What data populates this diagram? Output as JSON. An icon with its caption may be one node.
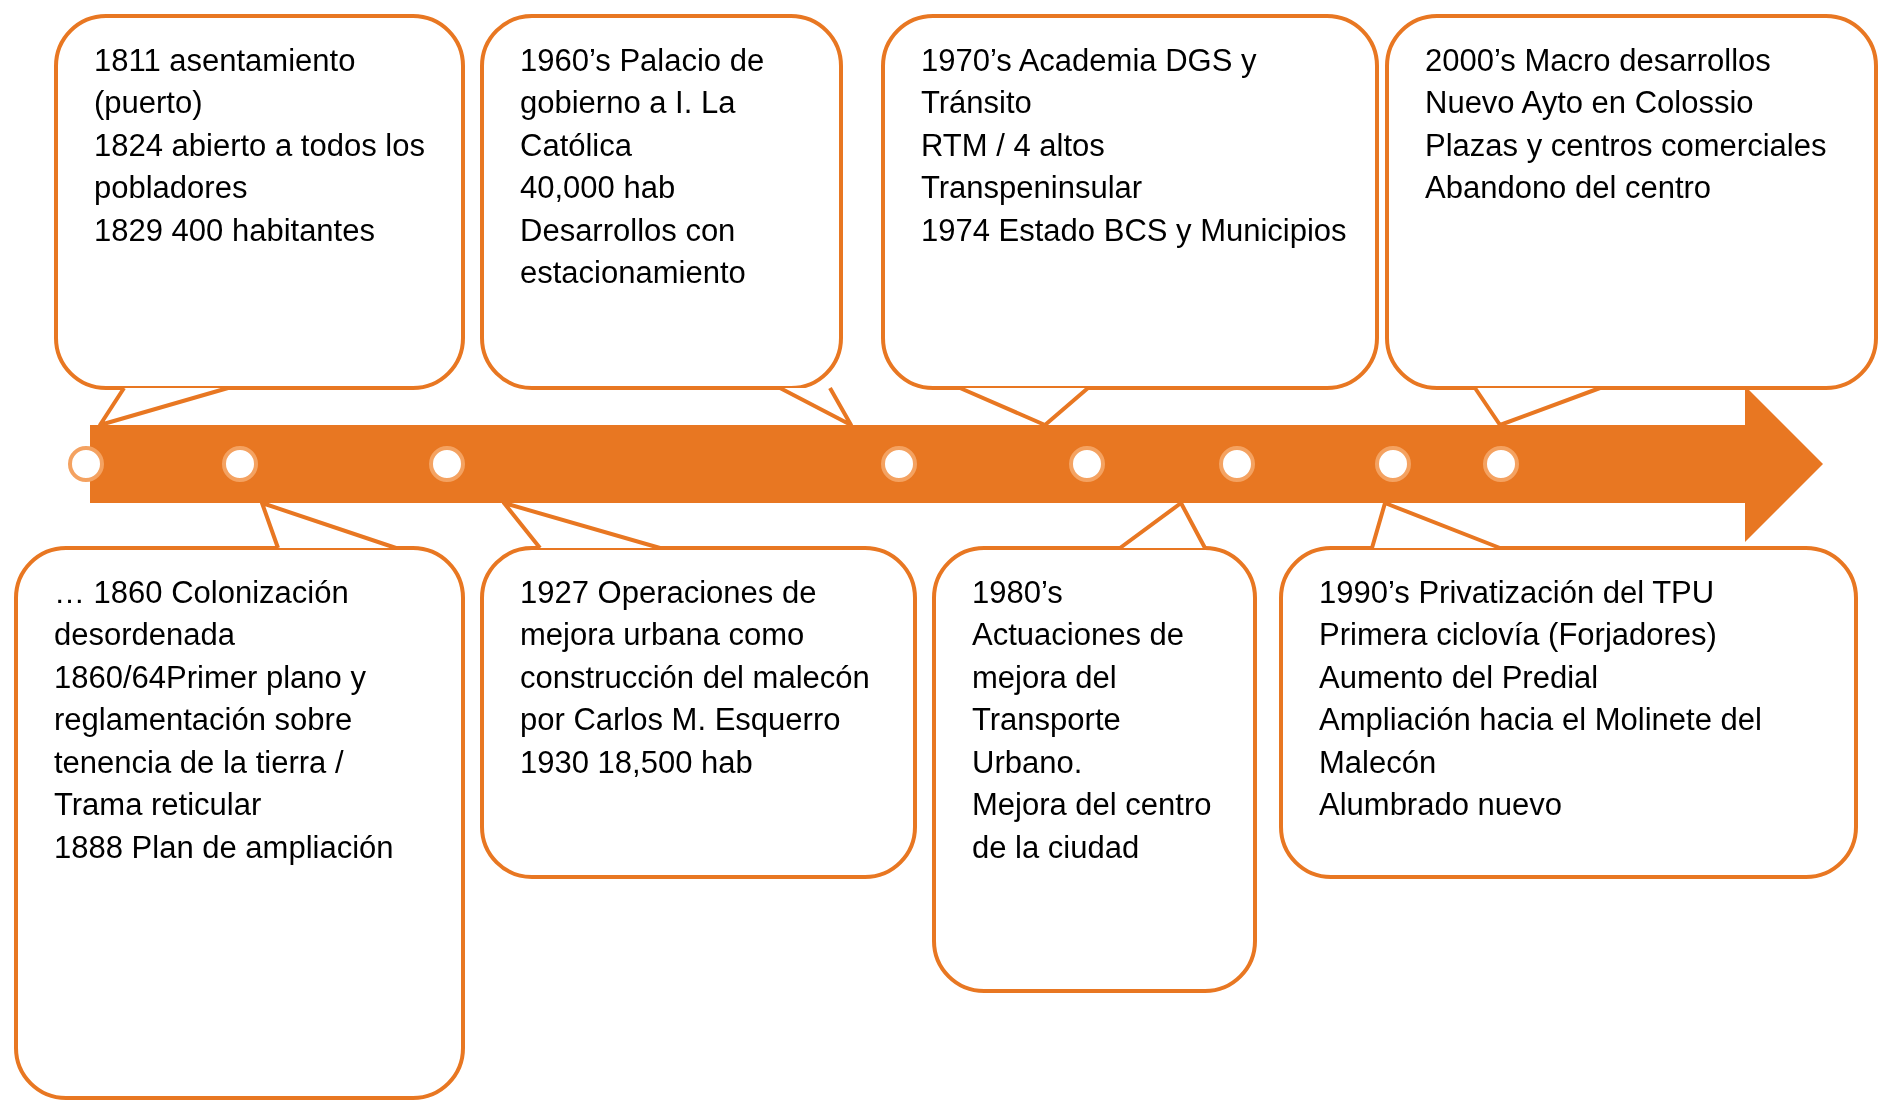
{
  "diagram": {
    "nodes": [
      {
        "text": [
          "1811 asentamiento (puerto)",
          "1824 abierto a todos los pobladores",
          "1829 400 habitantes"
        ]
      },
      {
        "text": [
          "… 1860 Colonización desordenada",
          "1860/64Primer plano y reglamentación sobre tenencia de la tierra / Trama reticular",
          "1888 Plan de ampliación"
        ]
      },
      {
        "text": [
          "1927 Operaciones de mejora urbana como construcción del malecón por Carlos M. Esquerro",
          "1930 18,500 hab"
        ]
      },
      {
        "text": [
          "1960’s Palacio de gobierno a I. La Católica",
          "40,000 hab",
          "Desarrollos con estacionamiento"
        ]
      },
      {
        "text": [
          "1970’s Academia DGS y Tránsito",
          "RTM / 4 altos",
          "Transpeninsular",
          "1974 Estado BCS y Municipios"
        ]
      },
      {
        "text": [
          "1980’s",
          "Actuaciones de mejora del Transporte Urbano.",
          "Mejora del centro de la ciudad"
        ]
      },
      {
        "text": [
          "1990’s Privatización del TPU",
          "Primera ciclovía (Forjadores)",
          "Aumento del Predial",
          "Ampliación hacia el Molinete del Malecón",
          "Alumbrado nuevo"
        ]
      },
      {
        "text": [
          "2000’s Macro desarrollos",
          "Nuevo Ayto en Colossio",
          "Plazas y centros comerciales",
          "Abandono del centro"
        ]
      },
      {
        "text": [],
        "shape": "arrow"
      }
    ]
  }
}
